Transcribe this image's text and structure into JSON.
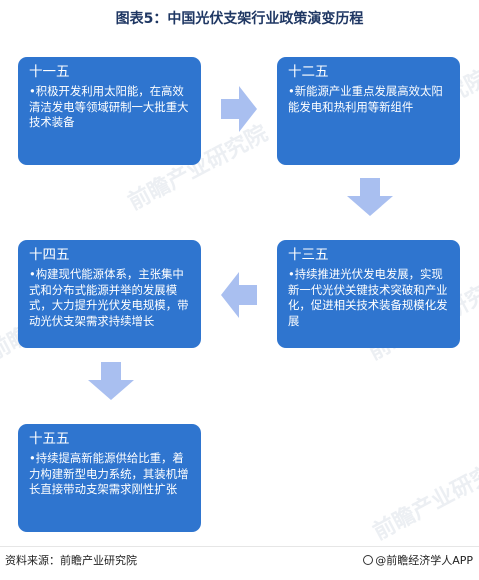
{
  "title": "图表5：中国光伏支架行业政策演变历程",
  "watermark": "前瞻产业研究院",
  "colors": {
    "box": "#2f75cf",
    "arrow": "#a9bff0",
    "title": "#1f3763"
  },
  "stages": [
    {
      "period": "十一五",
      "text": "•积极开发利用太阳能，在高效清洁发电等领域研制一大批重大技术装备"
    },
    {
      "period": "十二五",
      "text": "•新能源产业重点发展高效太阳能发电和热利用等新组件"
    },
    {
      "period": "十三五",
      "text": "•持续推进光伏发电发展，实现新一代光伏关键技术突破和产业化，促进相关技术装备规模化发展"
    },
    {
      "period": "十四五",
      "text": "•构建现代能源体系，主张集中式和分布式能源并举的发展模式，大力提升光伏发电规模，带动光伏支架需求持续增长"
    },
    {
      "period": "十五五",
      "text": "•持续提高新能源供给比重，着力构建新型电力系统，其装机增长直接带动支架需求刚性扩张"
    }
  ],
  "footer": {
    "source": "资料来源：前瞻产业研究院",
    "brand": "@前瞻经济学人APP"
  }
}
